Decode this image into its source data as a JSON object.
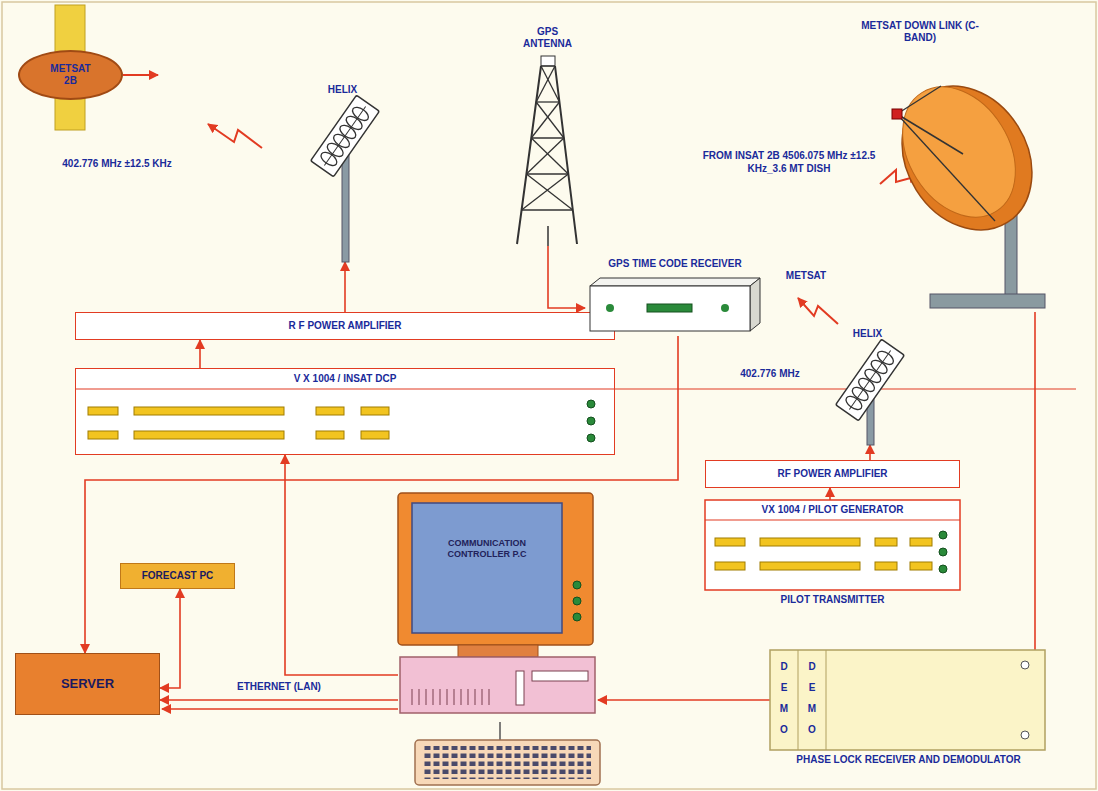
{
  "diagram": {
    "nodes": [
      {
        "text": [
          "METSAT 2B"
        ]
      },
      {
        "text": [
          "HELIX"
        ]
      },
      {
        "text": [
          "R F POWER AMPLIFIER"
        ]
      },
      {
        "text": [
          "V X 1004 / INSAT DCP"
        ]
      },
      {
        "text": [
          "GPS ANTENNA"
        ]
      },
      {
        "text": [
          "GPS TIME CODE RECEIVER"
        ]
      },
      {
        "text": [
          "METSAT DOWN LINK (C- BAND)"
        ]
      },
      {
        "text": [
          "HELIX"
        ]
      },
      {
        "text": [
          "RF POWER AMPLIFIER"
        ]
      },
      {
        "text": [
          "VX 1004 / PILOT GENERATOR",
          "PILOT TRANSMITTER"
        ]
      },
      {
        "text": [
          "FORECAST PC"
        ]
      },
      {
        "text": [
          "SERVER"
        ]
      },
      {
        "text": [
          "COMMUNICATION CONTROLLER P.C"
        ]
      },
      {
        "text": [
          "DEMO",
          "DEMO",
          "PHASE LOCK RECEIVER AND DEMODULATOR"
        ]
      }
    ],
    "edges": [
      {
        "from": 2,
        "to": 1,
        "arrow": "to"
      },
      {
        "from": 3,
        "to": 2,
        "arrow": "to"
      },
      {
        "from": 4,
        "to": 5,
        "arrow": "to"
      },
      {
        "from": 5,
        "to": 11,
        "arrow": "to"
      },
      {
        "from": 12,
        "to": 3,
        "arrow": "to"
      },
      {
        "from": 12,
        "to": 11,
        "label": "ETHERNET (LAN)",
        "arrow": "to"
      },
      {
        "from": 10,
        "to": 11,
        "arrow": "both"
      },
      {
        "from": 13,
        "to": 12,
        "arrow": "to"
      },
      {
        "from": 6,
        "to": 13,
        "arrow": "none"
      },
      {
        "from": 9,
        "to": 8,
        "arrow": "to"
      },
      {
        "from": 8,
        "to": 7,
        "arrow": "to"
      }
    ],
    "labels": [
      "402.776 MHz ±12.5 KHz",
      "METSAT",
      "402.776 MHz",
      "FROM INSAT 2B 4506.075 MHz ±12.5 KHz_3.6 MT DISH"
    ]
  }
}
